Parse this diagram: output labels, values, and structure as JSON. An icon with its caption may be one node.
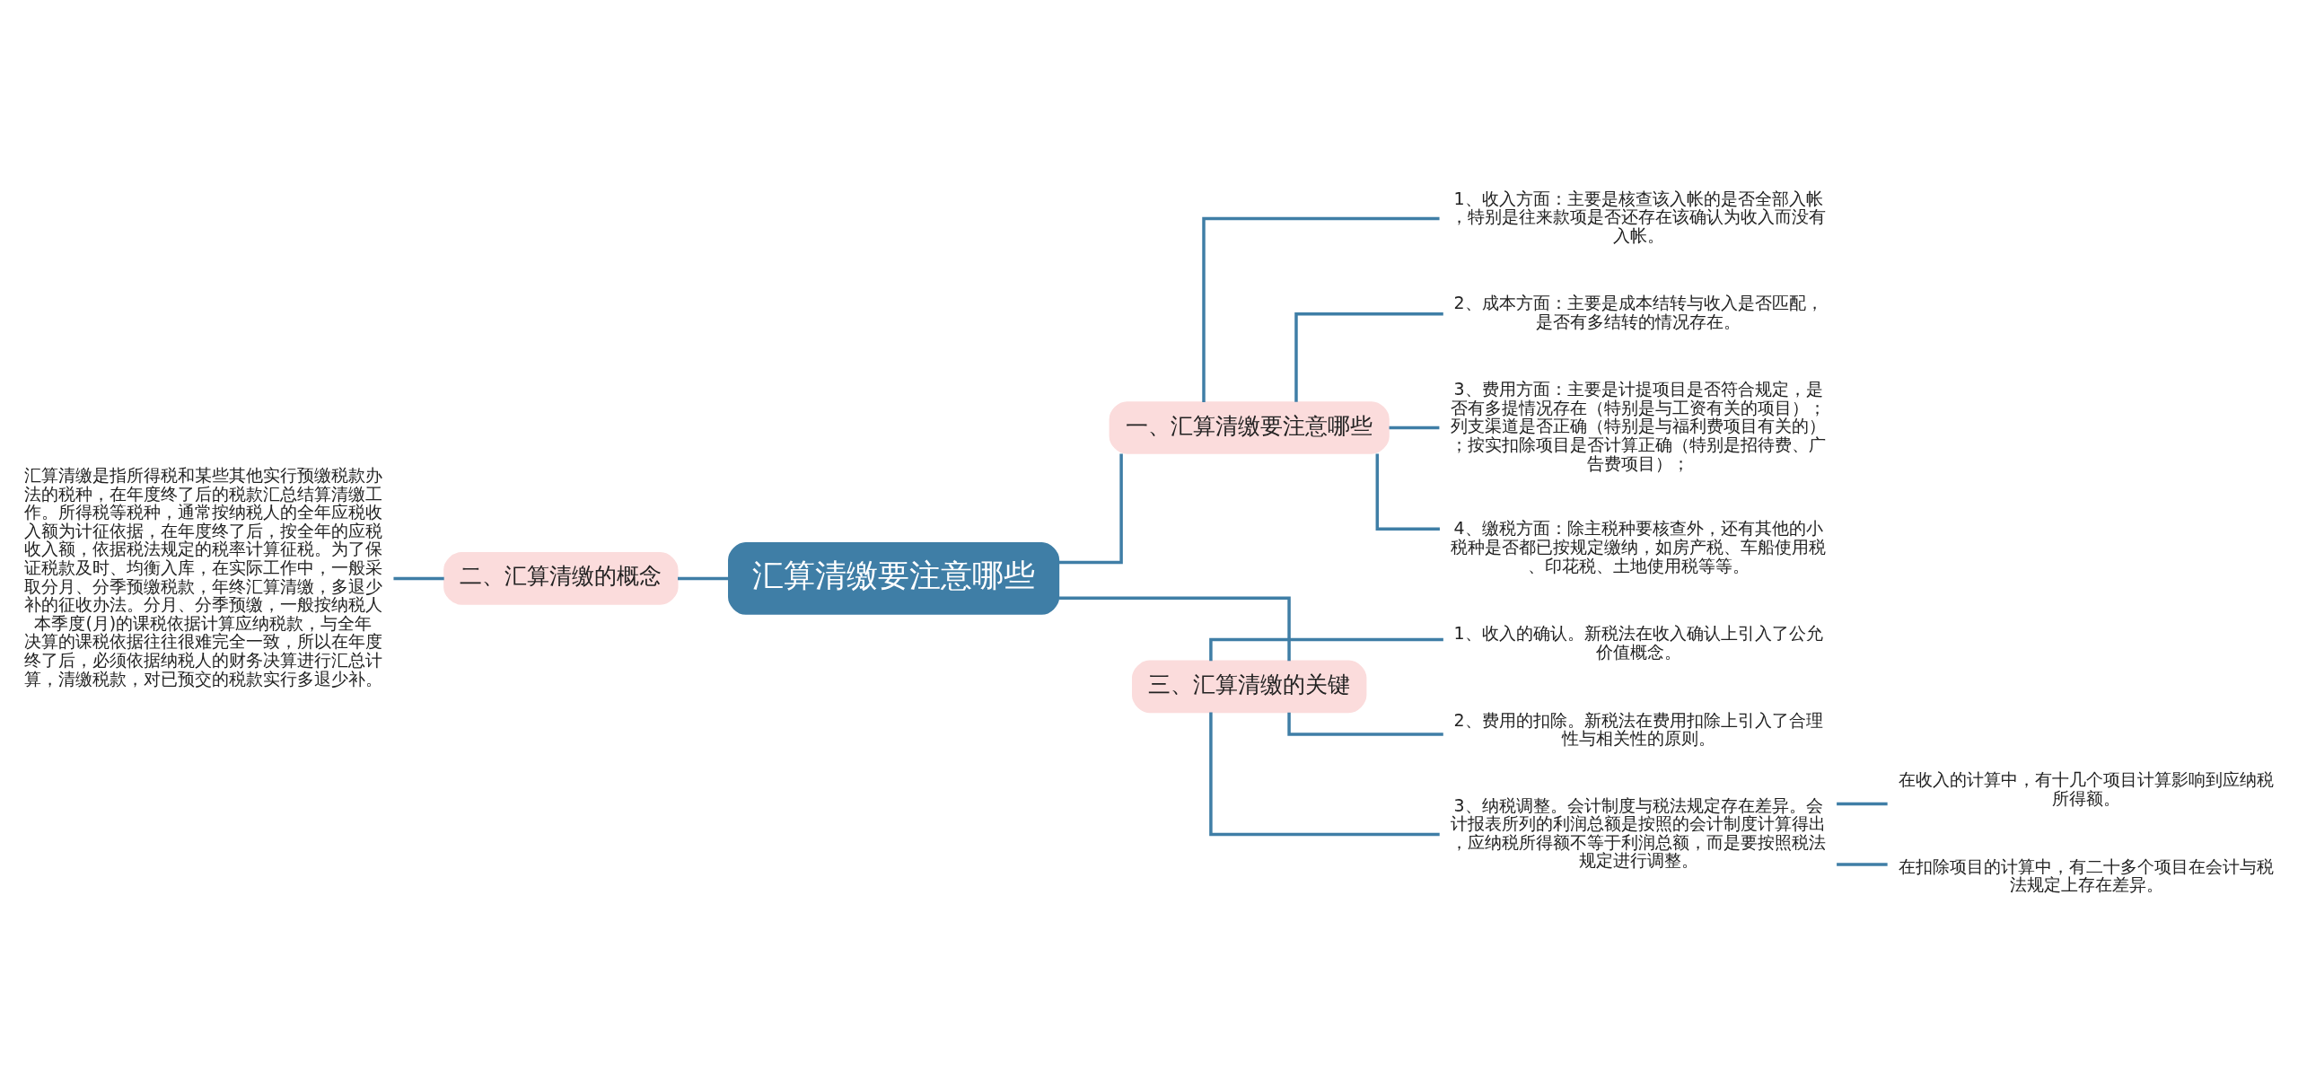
{
  "diagram": {
    "nodes": [
      {
        "text": [
          "汇算清缴要注意哪些"
        ]
      },
      {
        "text": [
          "一、汇算清缴要注意哪些"
        ]
      },
      {
        "text": [
          "1、收入方面：主要是核查该入帐的是否全部入帐，特别是往来款项是否还存在该确认为收入而没有入帐。"
        ]
      },
      {
        "text": [
          "2、成本方面：主要是成本结转与收入是否匹配，是否有多结转的情况存在。"
        ]
      },
      {
        "text": [
          "3、费用方面：主要是计提项目是否符合规定，是否有多提情况存在（特别是与工资有关的项目）；列支渠道是否正确（特别是与福利费项目有关的）；按实扣除项目是否计算正确（特别是招待费、广告费项目）；"
        ]
      },
      {
        "text": [
          "4、缴税方面：除主税种要核查外，还有其他的小税种是否都已按规定缴纳，如房产税、车船使用税、印花税、土地使用税等等。"
        ]
      },
      {
        "text": [
          "二、汇算清缴的概念"
        ]
      },
      {
        "text": [
          "汇算清缴是指所得税和某些其他实行预缴税款办法的税种，在年度终了后的税款汇总结算清缴工作。所得税等税种，通常按纳税人的全年应税收入额为计征依据，在年度终了后，按全年的应税收入额，依据税法规定的税率计算征税。为了保证税款及时、均衡入库，在实际工作中，一般采取分月、分季预缴税款，年终汇算清缴，多退少补的征收办法。分月、分季预缴，一般按纳税人本季度(月)的课税依据计算应纳税款，与全年决算的课税依据往往很难完全一致，所以在年度终了后，必须依据纳税人的财务决算进行汇总计算，清缴税款，对已预交的税款实行多退少补。"
        ]
      },
      {
        "text": [
          "三、汇算清缴的关键"
        ]
      },
      {
        "text": [
          "1、收入的确认。新税法在收入确认上引入了公允价值概念。"
        ]
      },
      {
        "text": [
          "2、费用的扣除。新税法在费用扣除上引入了合理性与相关性的原则。"
        ]
      },
      {
        "text": [
          "3、纳税调整。会计制度与税法规定存在差异。会计报表所列的利润总额是按照的会计制度计算得出，应纳税所得额不等于利润总额，而是要按照税法规定进行调整。"
        ]
      },
      {
        "text": [
          "在收入的计算中，有十几个项目计算影响到应纳税所得额。"
        ]
      },
      {
        "text": [
          "在扣除项目的计算中，有二十多个项目在会计与税法规定上存在差异。"
        ]
      }
    ],
    "edges": [
      {
        "from": 0,
        "to": 1,
        "arrow": "none"
      },
      {
        "from": 1,
        "to": 2,
        "arrow": "none"
      },
      {
        "from": 1,
        "to": 3,
        "arrow": "none"
      },
      {
        "from": 1,
        "to": 4,
        "arrow": "none"
      },
      {
        "from": 1,
        "to": 5,
        "arrow": "none"
      },
      {
        "from": 0,
        "to": 6,
        "arrow": "none"
      },
      {
        "from": 6,
        "to": 7,
        "arrow": "none"
      },
      {
        "from": 0,
        "to": 8,
        "arrow": "none"
      },
      {
        "from": 8,
        "to": 9,
        "arrow": "none"
      },
      {
        "from": 8,
        "to": 10,
        "arrow": "none"
      },
      {
        "from": 8,
        "to": 11,
        "arrow": "none"
      },
      {
        "from": 11,
        "to": 12,
        "arrow": "none"
      },
      {
        "from": 11,
        "to": 13,
        "arrow": "none"
      }
    ]
  }
}
